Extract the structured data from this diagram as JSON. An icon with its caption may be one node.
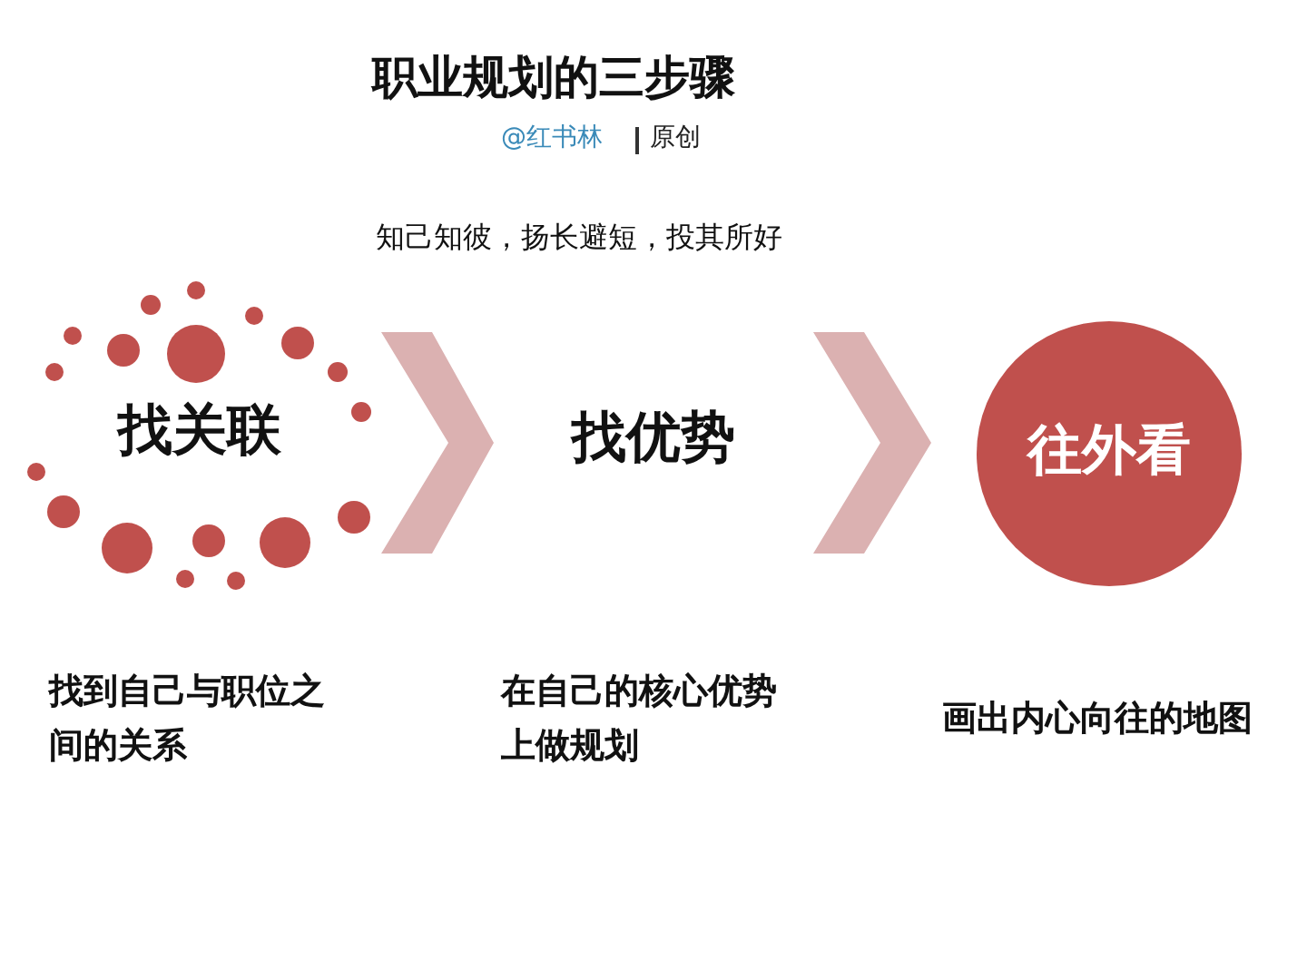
{
  "diagram": {
    "title": "职业规划的三步骤",
    "nodes": [
      {
        "text": [
          "找关联"
        ]
      },
      {
        "text": [
          "找优势"
        ]
      },
      {
        "text": [
          "往外看"
        ]
      }
    ],
    "edges": [
      {
        "from": 0,
        "to": 1,
        "arrow": "to"
      },
      {
        "from": 1,
        "to": 2,
        "arrow": "to"
      }
    ],
    "labels": [
      "@红书林",
      "原创",
      "知己知彼，扬长避短，投其所好",
      "找到自己与职位之间的关系",
      "在自己的核心优势上做规划",
      "画出内心向往的地图"
    ]
  }
}
